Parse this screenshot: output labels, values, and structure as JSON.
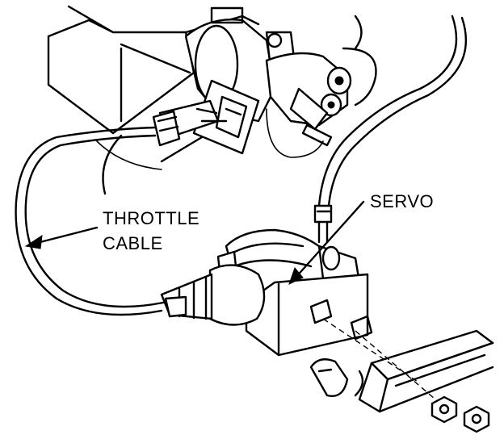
{
  "labels": {
    "throttle_cable_line1": "THROTTLE",
    "throttle_cable_line2": "CABLE",
    "servo": "SERVO"
  },
  "colors": {
    "ink": "#000000",
    "background": "#ffffff"
  }
}
